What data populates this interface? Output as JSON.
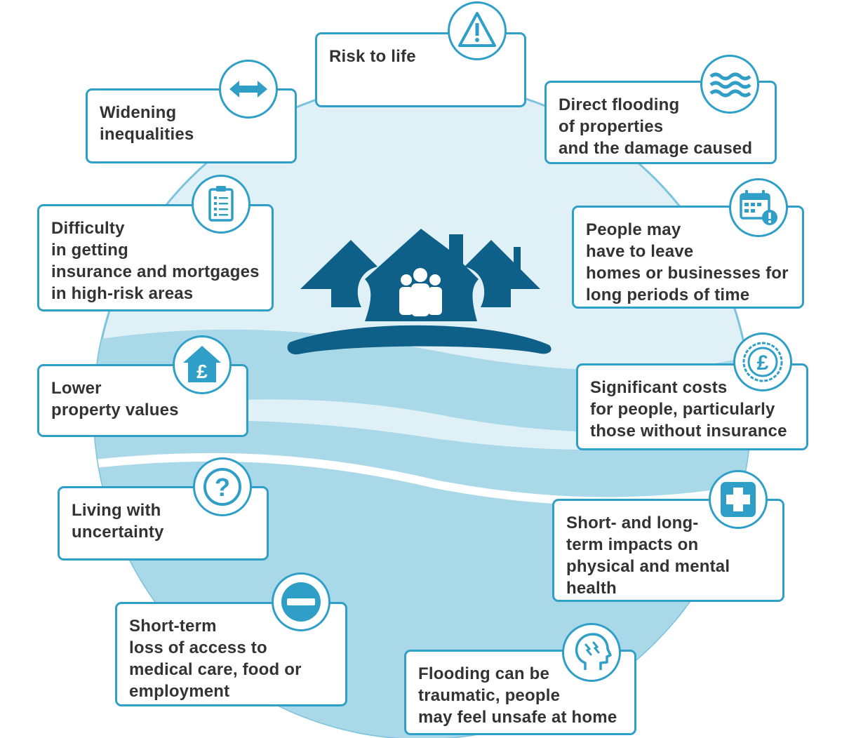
{
  "colors": {
    "accent": "#2f9fc8",
    "dark_blue": "#0f6089",
    "circle_bg": "#e0f0f7",
    "water_light": "#a9d8e9",
    "text": "#333333"
  },
  "center_graphic": "houses-with-family-on-island-icon",
  "items": [
    {
      "id": "risk-to-life",
      "text": "Risk to life",
      "icon": "warning-icon"
    },
    {
      "id": "direct-flooding",
      "text": "Direct flooding\nof properties\nand the damage caused",
      "icon": "waves-icon"
    },
    {
      "id": "widening-inequalities",
      "text": "Widening\ninequalities",
      "icon": "double-arrow-icon"
    },
    {
      "id": "difficulty-insurance",
      "text": "Difficulty\nin getting\ninsurance and mortgages\nin high-risk areas",
      "icon": "clipboard-icon"
    },
    {
      "id": "people-leave-homes",
      "text": "People may\nhave to leave\nhomes or businesses for\nlong periods of time",
      "icon": "calendar-alert-icon"
    },
    {
      "id": "lower-property-values",
      "text": "Lower\nproperty values",
      "icon": "house-pound-icon"
    },
    {
      "id": "significant-costs",
      "text": "Significant costs\nfor people, particularly\nthose without insurance",
      "icon": "pound-coin-icon"
    },
    {
      "id": "living-uncertainty",
      "text": "Living with\nuncertainty",
      "icon": "question-icon"
    },
    {
      "id": "health-impacts",
      "text": "Short- and long-\nterm impacts on\nphysical and mental\nhealth",
      "icon": "medical-cross-icon"
    },
    {
      "id": "loss-of-access",
      "text": "Short-term\nloss of access to\nmedical care, food or\nemployment",
      "icon": "no-entry-icon"
    },
    {
      "id": "traumatic",
      "text": "Flooding can be\ntraumatic, people\nmay feel unsafe at home",
      "icon": "head-stress-icon"
    }
  ]
}
